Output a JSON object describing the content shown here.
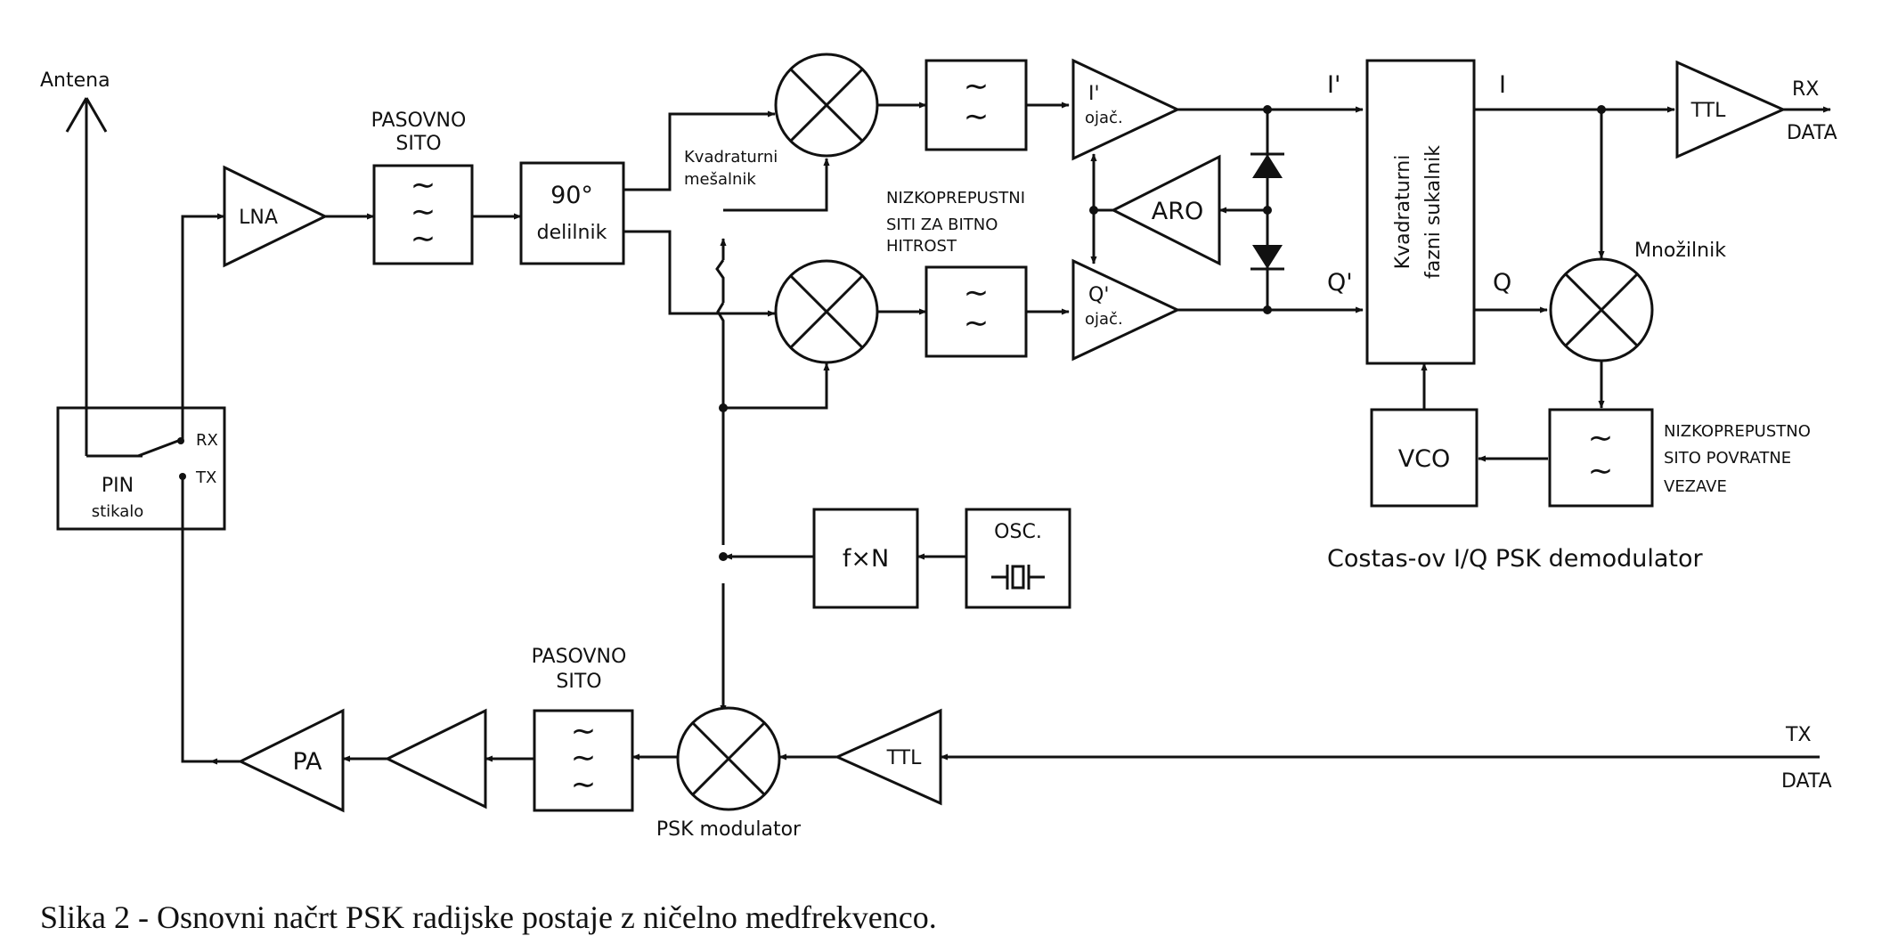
{
  "labels": {
    "antenna": "Antena",
    "bp_top": [
      "PASOVNO",
      "SITO"
    ],
    "lna": "LNA",
    "divider": [
      "90°",
      "delilnik"
    ],
    "mixer_label": [
      "Kvadraturni",
      "mešalnik"
    ],
    "lpf_label": [
      "NIZKOPREPUSTNI",
      "SITI ZA BITNO",
      "HITROST"
    ],
    "amp_i": [
      "I'",
      "ojač."
    ],
    "amp_q": [
      "Q'",
      "ojač."
    ],
    "aro": "ARO",
    "i_prime": "I'",
    "q_prime": "Q'",
    "phase_adder": [
      "Kvadraturni",
      "fazni sukalnik"
    ],
    "i_out": "I",
    "q_out": "Q",
    "ttl_rx": "TTL",
    "rx_data": [
      "RX",
      "DATA"
    ],
    "multiplier": "Množilnik",
    "vco": "VCO",
    "loop_lpf": [
      "NIZKOPREPUSTNO",
      "SITO POVRATNE",
      "VEZAVE"
    ],
    "costas": "Costas-ov   I/Q  PSK  demodulator",
    "pin": [
      "PIN",
      "stikalo"
    ],
    "rx": "RX",
    "tx": "TX",
    "fxn": "f×N",
    "osc": "OSC.",
    "bp_bottom": [
      "PASOVNO",
      "SITO"
    ],
    "pa": "PA",
    "psk_mod": "PSK modulator",
    "ttl_tx": "TTL",
    "tx_data": [
      "TX",
      "DATA"
    ]
  },
  "icons": {
    "filter": "tilde-filter-icon",
    "mixer": "x-circle-mixer-icon",
    "diode": "diode-icon",
    "crystal": "crystal-icon"
  },
  "caption": "Slika 2 - Osnovni načrt PSK radijske postaje z ničelno medfrekvenco."
}
